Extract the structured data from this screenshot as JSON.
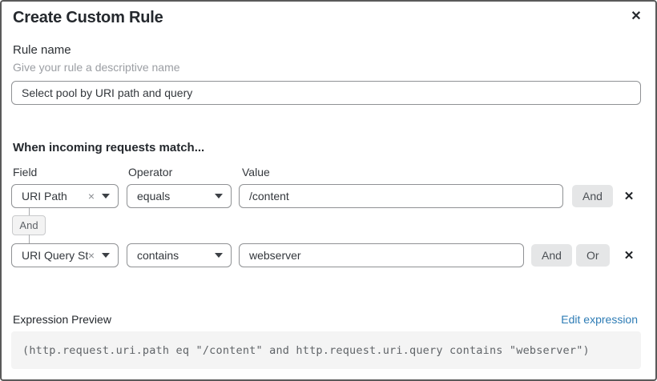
{
  "dialog": {
    "title": "Create Custom Rule",
    "close_icon": "✕"
  },
  "rule_name": {
    "label": "Rule name",
    "hint": "Give your rule a descriptive name",
    "value": "Select pool by URI path and query"
  },
  "match": {
    "heading": "When incoming requests match...",
    "columns": {
      "field": "Field",
      "operator": "Operator",
      "value": "Value"
    },
    "connector_label": "And",
    "rows": [
      {
        "field": "URI Path",
        "field_clear_icon": "×",
        "operator": "equals",
        "value": "/content",
        "and_label": "And",
        "remove_icon": "✕"
      },
      {
        "field": "URI Query St...",
        "field_clear_icon": "×",
        "operator": "contains",
        "value": "webserver",
        "and_label": "And",
        "or_label": "Or",
        "remove_icon": "✕"
      }
    ]
  },
  "expression": {
    "label": "Expression Preview",
    "edit_link": "Edit expression",
    "code": "(http.request.uri.path eq \"/content\" and http.request.uri.query contains \"webserver\")"
  },
  "colors": {
    "link_blue": "#2e7cb5",
    "border_gray": "#8f9194",
    "button_gray": "#e5e6e7",
    "code_bg": "#f4f4f4"
  }
}
